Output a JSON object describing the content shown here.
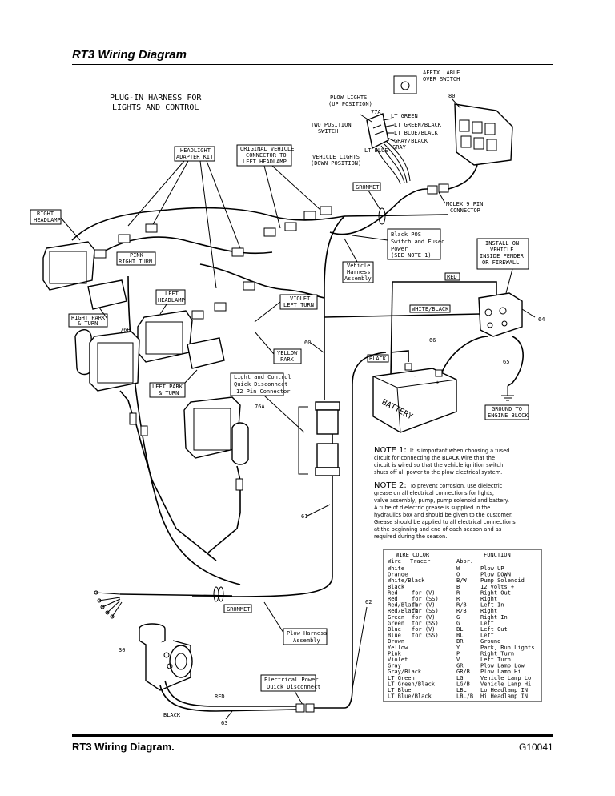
{
  "header": {
    "title": "RT3 Wiring Diagram"
  },
  "footer": {
    "caption": "RT3 Wiring Diagram.",
    "code": "G10041"
  },
  "labels": {
    "affix": [
      "AFFIX LABLE",
      "OVER SWITCH"
    ],
    "harness_title": [
      "PLUG-IN HARNESS FOR",
      "LIGHTS AND CONTROL"
    ],
    "plow_lights": [
      "PLOW LIGHTS",
      "(UP POSITION)"
    ],
    "callout_77a": "77A",
    "callout_80": "80",
    "two_pos": [
      "TWO POSITION",
      "SWITCH"
    ],
    "lt_green": "LT GREEN",
    "lt_green_black": "LT GREEN/BLACK",
    "lt_blue_black": "LT BLUE/BLACK",
    "gray_black": "GRAY/BLACK",
    "lt_blue": "LT BLUE",
    "gray": "GRAY",
    "vehicle_lights": [
      "VEHICLE LIGHTS",
      "(DOWN POSITION)"
    ],
    "headlight_kit": [
      "HEADLIGHT",
      "ADAPTER KIT"
    ],
    "orig_connector": [
      "ORIGINAL VEHICLE",
      "CONNECTOR TO",
      "LEFT HEADLAMP"
    ],
    "grommet_top": "GROMMET",
    "molex": [
      "MOLEX 9 PIN",
      "CONNECTOR"
    ],
    "right_headlamp": [
      "RIGHT",
      "HEADLAMP"
    ],
    "pink_turn": [
      "PINK",
      "RIGHT TURN"
    ],
    "black_pos": [
      "Black POS",
      "Switch and Fused",
      "Power",
      "(SEE NOTE 1)"
    ],
    "install": [
      "INSTALL ON",
      "VEHICLE",
      "INSIDE FENDER",
      "OR FIREWALL"
    ],
    "vehicle_harness": [
      "Vehicle",
      "Harness",
      "Assembly"
    ],
    "red_top": "RED",
    "left_headlamp": [
      "LEFT",
      "HEADLAMP"
    ],
    "violet": [
      "VIOLET",
      "LEFT TURN"
    ],
    "right_park": [
      "RIGHT PARK",
      "& TURN"
    ],
    "white_black": "WHITE/BLACK",
    "callout_64": "64",
    "callout_76b": "76B",
    "callout_60": "60",
    "callout_66": "66",
    "yellow_park": [
      "YELLOW",
      "PARK"
    ],
    "black_batt": "BLACK",
    "callout_65": "65",
    "left_park": [
      "LEFT PARK",
      "& TURN"
    ],
    "light_control": [
      "Light and Control",
      "Quick Disconnect",
      "12 Pin Connector"
    ],
    "callout_76a": "76A",
    "battery": "BATTERY",
    "ground": [
      "GROUND TO",
      "ENGINE BLOCK"
    ],
    "callout_61": "61",
    "callout_62": "62",
    "grommet_bottom": "GROMMET",
    "plow_harness": [
      "Plow Harness",
      "Assembly"
    ],
    "callout_30": "30",
    "elec_power": [
      "Electrical Power",
      "Quick Disconnect"
    ],
    "red_bottom": "RED",
    "black_bottom": "BLACK",
    "callout_63": "63",
    "plus": "+",
    "minus": "-"
  },
  "notes": {
    "note1_label": "NOTE 1:",
    "note1_lines": [
      "It is important when choosing a fused",
      "circuit for connecting the BLACK wire that the",
      "circuit is wired so that the vehicle ignition switch",
      "shuts off all power to the plow electrical system."
    ],
    "note2_label": "NOTE 2:",
    "note2_lines": [
      "To prevent corrosion, use dielectric",
      "grease on all electrical connections for lights,",
      "valve assembly, pump, pump solenoid and battery.",
      "A tube of dielectric grease is supplied in the",
      "hydraulics box and should be given to the customer.",
      "Grease should be applied to all electrical connections",
      "at the beginning and end of each season and as",
      "required during the season."
    ]
  },
  "wire_table": {
    "headers": {
      "wire_color": "WIRE COLOR",
      "function": "FUNCTION",
      "wire": "Wire",
      "tracer": "Tracer",
      "abbr": "Abbr."
    },
    "rows": [
      [
        "White",
        "",
        "W",
        "Plow UP"
      ],
      [
        "Orange",
        "",
        "O",
        "Plow DOWN"
      ],
      [
        "White/Black",
        "",
        "B/W",
        "Pump Solenoid"
      ],
      [
        "Black",
        "",
        "B",
        "12 Volts +"
      ],
      [
        "Red",
        "for (V)",
        "R",
        "Right Out"
      ],
      [
        "Red",
        "for (SS)",
        "R",
        "Right"
      ],
      [
        "Red/Black",
        "for (V)",
        "R/B",
        "Left In"
      ],
      [
        "Red/Black",
        "for (SS)",
        "R/B",
        "Right"
      ],
      [
        "Green",
        "for (V)",
        "G",
        "Right In"
      ],
      [
        "Green",
        "for (SS)",
        "G",
        "Left"
      ],
      [
        "Blue",
        "for (V)",
        "BL",
        "Left Out"
      ],
      [
        "Blue",
        "for (SS)",
        "BL",
        "Left"
      ],
      [
        "Brown",
        "",
        "BR",
        "Ground"
      ],
      [
        "Yellow",
        "",
        "Y",
        "Park, Run Lights"
      ],
      [
        "Pink",
        "",
        "P",
        "Right Turn"
      ],
      [
        "Violet",
        "",
        "V",
        "Left Turn"
      ],
      [
        "Gray",
        "",
        "GR",
        "Plow Lamp Low"
      ],
      [
        "Gray/Black",
        "",
        "GR/B",
        "Plow Lamp Hi"
      ],
      [
        "LT Green",
        "",
        "LG",
        "Vehicle Lamp Lo"
      ],
      [
        "LT Green/Black",
        "",
        "LG/B",
        "Vehicle Lamp Hi"
      ],
      [
        "LT Blue",
        "",
        "LBL",
        "Lo Headlamp IN"
      ],
      [
        "LT Blue/Black",
        "",
        "LBL/B",
        "Hi Headlamp IN"
      ]
    ]
  }
}
